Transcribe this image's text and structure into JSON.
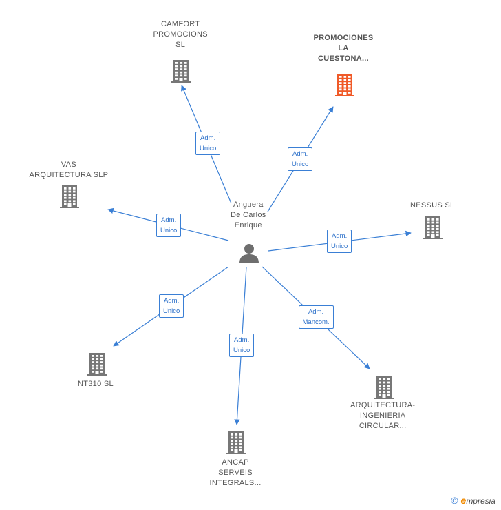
{
  "center": {
    "lines": [
      "Anguera",
      "De Carlos",
      "Enrique"
    ]
  },
  "nodes": [
    {
      "id": "camfort",
      "lines": [
        "CAMFORT",
        "PROMOCIONS",
        "SL"
      ],
      "highlight": false
    },
    {
      "id": "promociones",
      "lines": [
        "PROMOCIONES",
        "LA",
        "CUESTONA..."
      ],
      "highlight": true
    },
    {
      "id": "vas",
      "lines": [
        "VAS",
        "ARQUITECTURA SLP"
      ],
      "highlight": false
    },
    {
      "id": "nessus",
      "lines": [
        "NESSUS SL"
      ],
      "highlight": false
    },
    {
      "id": "nt310",
      "lines": [
        "NT310  SL"
      ],
      "highlight": false
    },
    {
      "id": "ancap",
      "lines": [
        "ANCAP",
        "SERVEIS",
        "INTEGRALS..."
      ],
      "highlight": false
    },
    {
      "id": "arquitectura",
      "lines": [
        "ARQUITECTURA-",
        "INGENIERIA",
        "CIRCULAR..."
      ],
      "highlight": false
    }
  ],
  "edges": [
    {
      "to": "camfort",
      "lines": [
        "Adm.",
        "Unico"
      ]
    },
    {
      "to": "promociones",
      "lines": [
        "Adm.",
        "Unico"
      ]
    },
    {
      "to": "vas",
      "lines": [
        "Adm.",
        "Unico"
      ]
    },
    {
      "to": "nessus",
      "lines": [
        "Adm.",
        "Unico"
      ]
    },
    {
      "to": "nt310",
      "lines": [
        "Adm.",
        "Unico"
      ]
    },
    {
      "to": "ancap",
      "lines": [
        "Adm.",
        "Unico"
      ]
    },
    {
      "to": "arquitectura",
      "lines": [
        "Adm.",
        "Mancom."
      ]
    }
  ],
  "colors": {
    "edge": "#3a7fd5",
    "building": "#777777",
    "building_highlight": "#f05a28",
    "person": "#6e6e6e"
  },
  "footer": {
    "copyright": "©",
    "brand_initial": "e",
    "brand_rest": "mpresia"
  }
}
